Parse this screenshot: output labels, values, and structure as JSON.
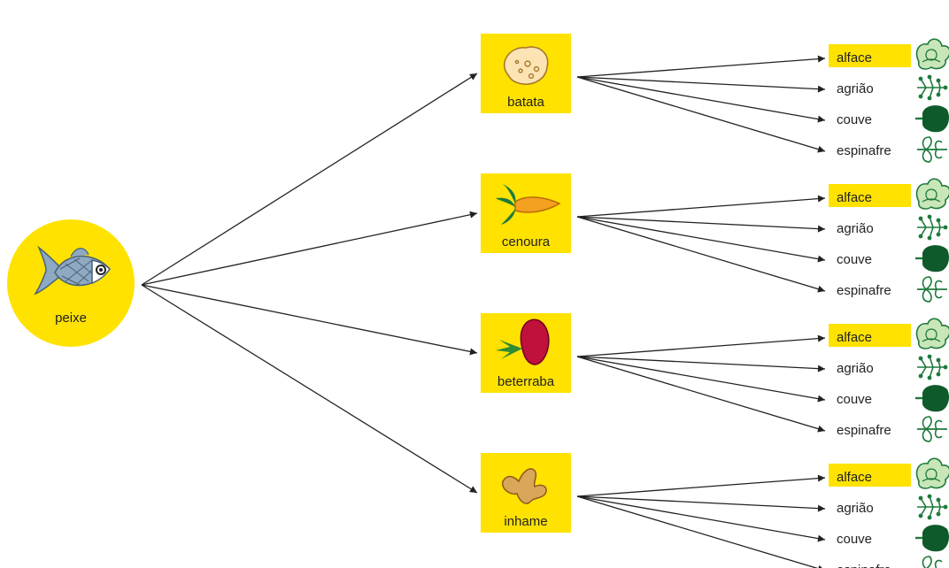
{
  "root": {
    "label": "peixe",
    "icon": "fish-icon"
  },
  "colors": {
    "highlight": "#ffe200",
    "line": "#222222",
    "leaf_green": "#1e7a3c",
    "fish": "#8ea9c2"
  },
  "branches": [
    {
      "label": "batata",
      "icon": "potato-icon",
      "leaves": [
        {
          "label": "alface",
          "icon": "lettuce-icon",
          "highlighted": true
        },
        {
          "label": "agrião",
          "icon": "watercress-icon",
          "highlighted": false
        },
        {
          "label": "couve",
          "icon": "kale-icon",
          "highlighted": false
        },
        {
          "label": "espinafre",
          "icon": "spinach-icon",
          "highlighted": false
        }
      ]
    },
    {
      "label": "cenoura",
      "icon": "carrot-icon",
      "leaves": [
        {
          "label": "alface",
          "icon": "lettuce-icon",
          "highlighted": true
        },
        {
          "label": "agrião",
          "icon": "watercress-icon",
          "highlighted": false
        },
        {
          "label": "couve",
          "icon": "kale-icon",
          "highlighted": false
        },
        {
          "label": "espinafre",
          "icon": "spinach-icon",
          "highlighted": false
        }
      ]
    },
    {
      "label": "beterraba",
      "icon": "beet-icon",
      "leaves": [
        {
          "label": "alface",
          "icon": "lettuce-icon",
          "highlighted": true
        },
        {
          "label": "agrião",
          "icon": "watercress-icon",
          "highlighted": false
        },
        {
          "label": "couve",
          "icon": "kale-icon",
          "highlighted": false
        },
        {
          "label": "espinafre",
          "icon": "spinach-icon",
          "highlighted": false
        }
      ]
    },
    {
      "label": "inhame",
      "icon": "yam-icon",
      "leaves": [
        {
          "label": "alface",
          "icon": "lettuce-icon",
          "highlighted": true
        },
        {
          "label": "agrião",
          "icon": "watercress-icon",
          "highlighted": false
        },
        {
          "label": "couve",
          "icon": "kale-icon",
          "highlighted": false
        },
        {
          "label": "espinafre",
          "icon": "spinach-icon",
          "highlighted": false
        }
      ]
    }
  ]
}
